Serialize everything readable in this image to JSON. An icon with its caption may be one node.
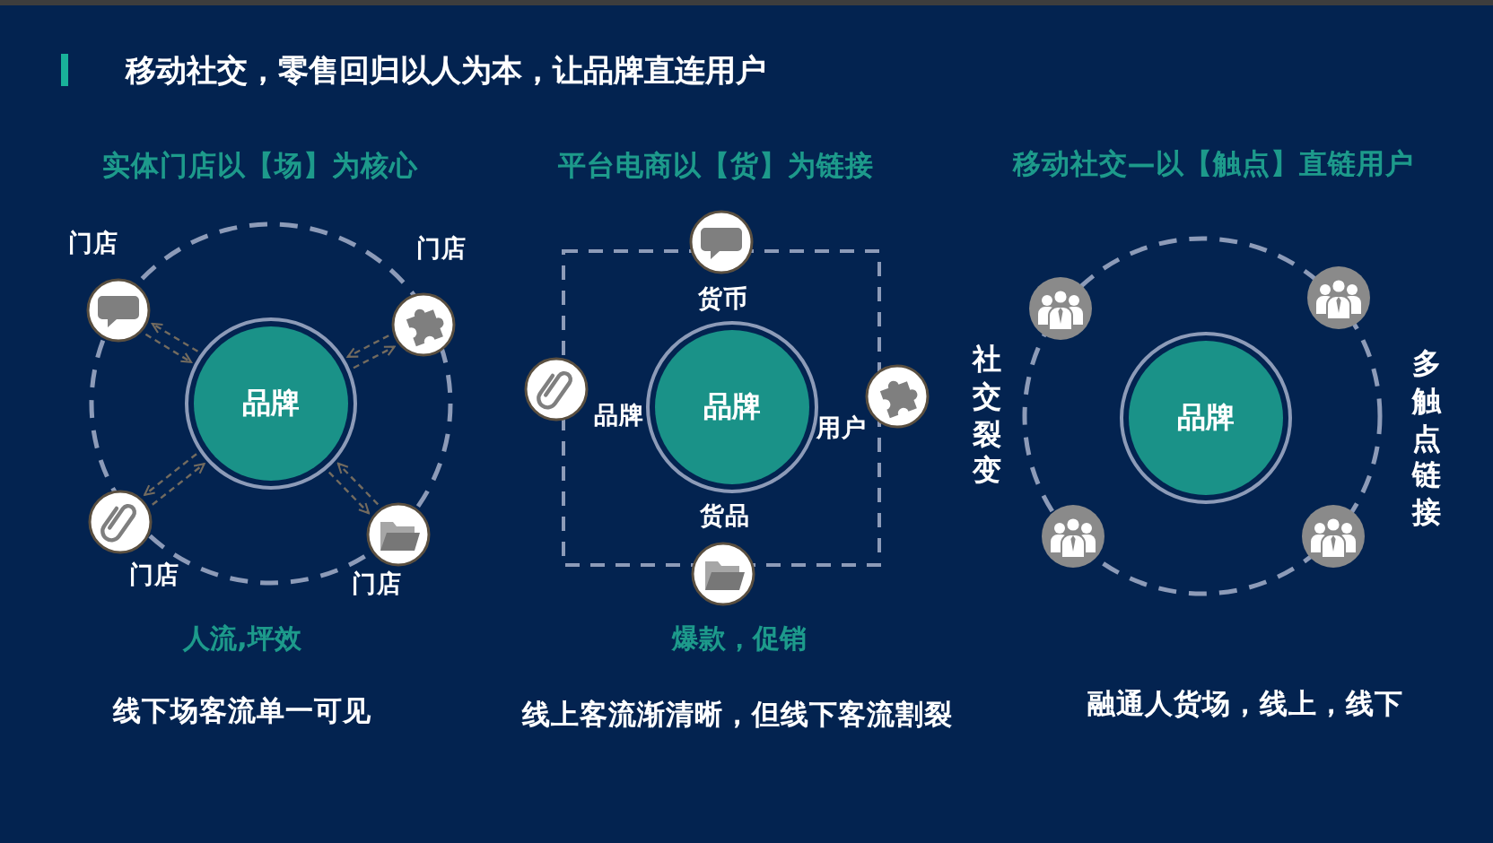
{
  "diagram": {
    "title": "移动社交，零售回归以人为本，让品牌直连用户",
    "nodes": [
      {
        "text": [
          "门店"
        ]
      },
      {
        "text": [
          "门店"
        ]
      },
      {
        "text": [
          "品牌"
        ]
      },
      {
        "text": [
          "门店"
        ]
      },
      {
        "text": [
          "门店"
        ]
      },
      {
        "text": [
          "货币"
        ]
      },
      {
        "text": [
          "品牌"
        ]
      },
      {
        "text": [
          "品牌"
        ]
      },
      {
        "text": [
          "用户"
        ]
      },
      {
        "text": [
          "货品"
        ]
      },
      {
        "text": [],
        "shape": "person"
      },
      {
        "text": [],
        "shape": "person"
      },
      {
        "text": [
          "品牌"
        ]
      },
      {
        "text": [],
        "shape": "person"
      },
      {
        "text": [],
        "shape": "person"
      }
    ],
    "edges": [
      {
        "from": 2,
        "to": 0,
        "arrow": "to",
        "style": "dashed"
      },
      {
        "from": 0,
        "to": 2,
        "arrow": "to",
        "style": "dashed"
      },
      {
        "from": 2,
        "to": 1,
        "arrow": "to",
        "style": "dashed"
      },
      {
        "from": 1,
        "to": 2,
        "arrow": "to",
        "style": "dashed"
      },
      {
        "from": 2,
        "to": 3,
        "arrow": "to",
        "style": "dashed"
      },
      {
        "from": 3,
        "to": 2,
        "arrow": "to",
        "style": "dashed"
      },
      {
        "from": 2,
        "to": 4,
        "arrow": "to",
        "style": "dashed"
      },
      {
        "from": 4,
        "to": 2,
        "arrow": "to",
        "style": "dashed"
      }
    ],
    "labels": [
      "实体门店以【场】为核心",
      "平台电商以【货】为链接",
      "移动社交—以【触点】直链用户",
      "社交裂变",
      "多触点链接",
      "人流,坪效",
      "爆款，促销",
      "线下场客流单一可见",
      "线上客流渐清晰，但线下客流割裂",
      "融通人货场，线上，线下"
    ]
  }
}
